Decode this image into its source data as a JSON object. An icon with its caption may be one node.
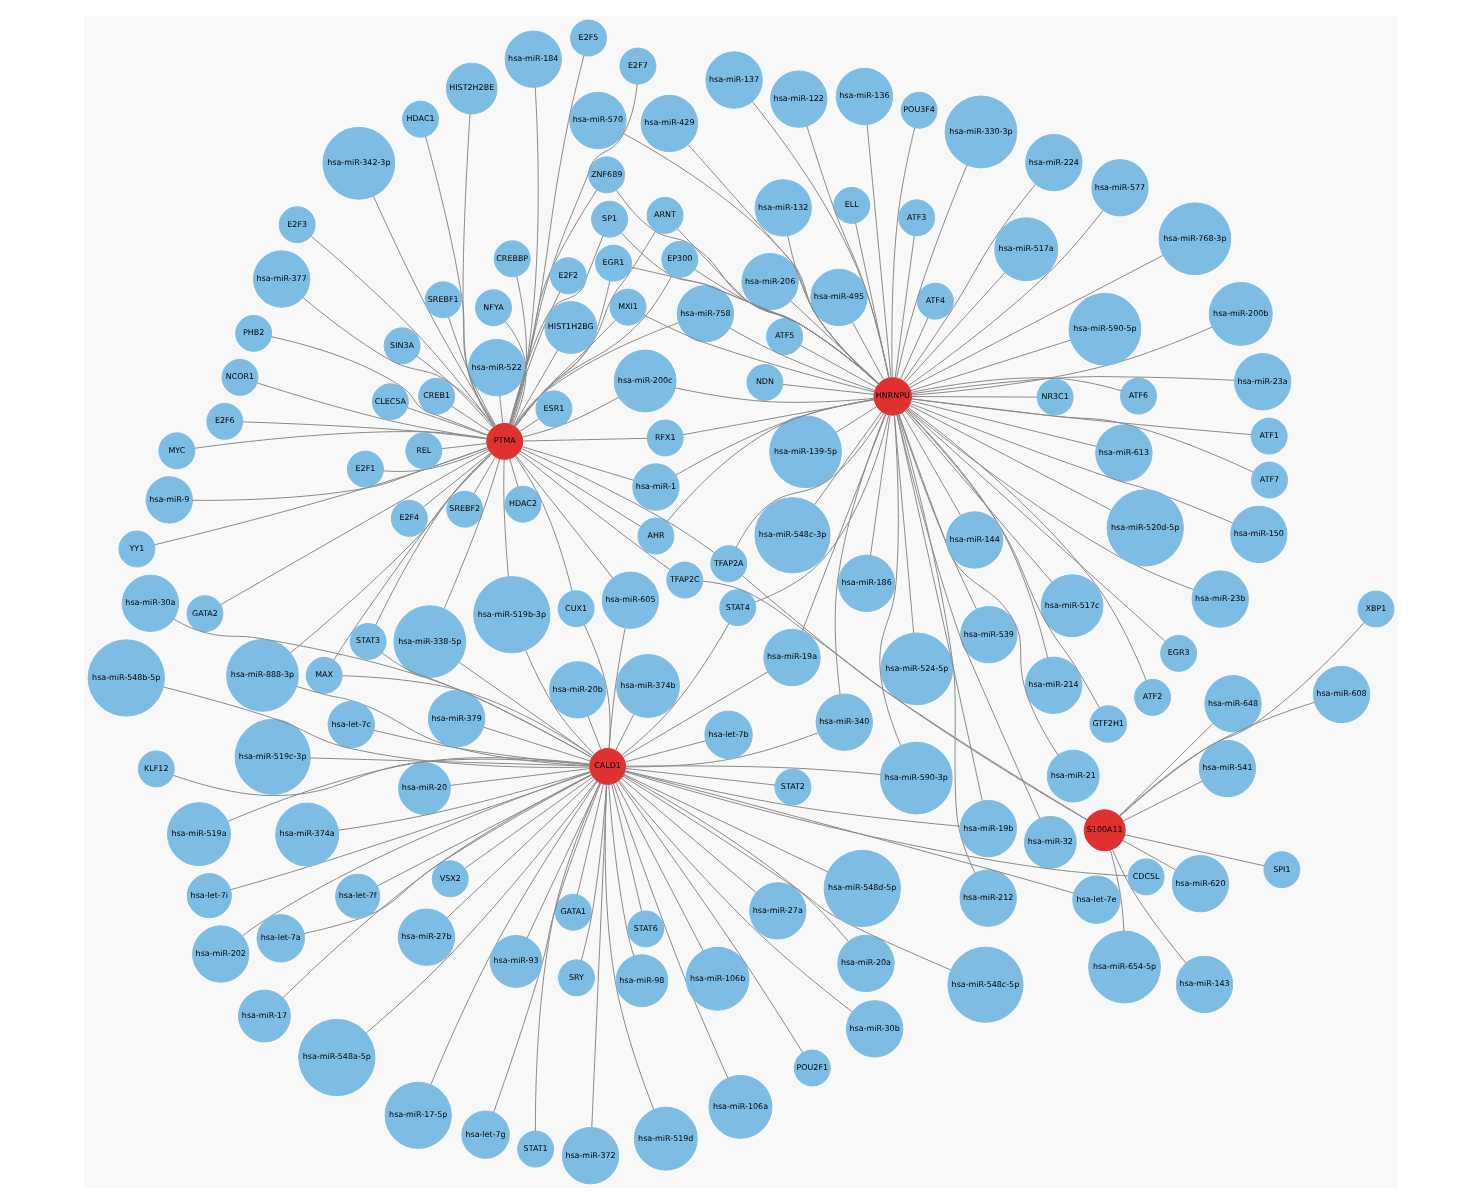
{
  "diagram": {
    "nodes": [
      {
        "text": [
          "HNRNPU"
        ]
      },
      {
        "text": [
          "hsa-miR-613"
        ]
      },
      {
        "text": [
          "ATF2"
        ]
      },
      {
        "text": [
          "ELL"
        ]
      },
      {
        "text": [
          "ATF7"
        ]
      },
      {
        "text": [
          "hsa-miR-139-5p"
        ]
      },
      {
        "text": [
          "hsa-miR-212"
        ]
      },
      {
        "text": [
          "hsa-miR-517c"
        ]
      },
      {
        "text": [
          "EGR3"
        ]
      },
      {
        "text": [
          "hsa-miR-214"
        ]
      },
      {
        "text": [
          "hsa-miR-23b"
        ]
      },
      {
        "text": [
          "NDN"
        ]
      },
      {
        "text": [
          "ATF1"
        ]
      },
      {
        "text": [
          "ATF6"
        ]
      },
      {
        "text": [
          "POU3F4"
        ]
      },
      {
        "text": [
          "hsa-miR-539"
        ]
      },
      {
        "text": [
          "hsa-miR-150"
        ]
      },
      {
        "text": [
          "hsa-miR-206"
        ]
      },
      {
        "text": [
          "hsa-miR-137"
        ]
      },
      {
        "text": [
          "ATF5"
        ]
      },
      {
        "text": [
          "hsa-miR-21"
        ]
      },
      {
        "text": [
          "hsa-miR-186"
        ]
      },
      {
        "text": [
          "hsa-miR-224"
        ]
      },
      {
        "text": [
          "hsa-miR-517a"
        ]
      },
      {
        "text": [
          "hsa-miR-136"
        ]
      },
      {
        "text": [
          "hsa-miR-524-5p"
        ]
      },
      {
        "text": [
          "hsa-miR-200b"
        ]
      },
      {
        "text": [
          "ATF4"
        ]
      },
      {
        "text": [
          "GTF2H1"
        ]
      },
      {
        "text": [
          "hsa-miR-520d-5p"
        ]
      },
      {
        "text": [
          "hsa-miR-330-3p"
        ]
      },
      {
        "text": [
          "NR3C1"
        ]
      },
      {
        "text": [
          "hsa-miR-32"
        ]
      },
      {
        "text": [
          "hsa-miR-495"
        ]
      },
      {
        "text": [
          "hsa-miR-768-3p"
        ]
      },
      {
        "text": [
          "hsa-miR-144"
        ]
      },
      {
        "text": [
          "hsa-miR-577"
        ]
      },
      {
        "text": [
          "ATF3"
        ]
      },
      {
        "text": [
          "hsa-miR-570"
        ]
      },
      {
        "text": [
          "hsa-miR-548c-3p"
        ]
      },
      {
        "text": [
          "hsa-miR-122"
        ]
      },
      {
        "text": [
          "hsa-miR-132"
        ]
      },
      {
        "text": [
          "hsa-miR-429"
        ]
      },
      {
        "text": [
          "hsa-miR-590-5p"
        ]
      },
      {
        "text": [
          "hsa-miR-23a"
        ]
      },
      {
        "text": [
          "hsa-miR-19a"
        ]
      },
      {
        "text": [
          "hsa-miR-19b"
        ]
      },
      {
        "text": [
          "hsa-miR-590-3p"
        ]
      },
      {
        "text": [
          "hsa-miR-340"
        ]
      },
      {
        "text": [
          "RFX1"
        ]
      },
      {
        "text": [
          "hsa-miR-200c"
        ]
      },
      {
        "text": [
          "hsa-miR-758"
        ]
      },
      {
        "text": [
          "ZNF689"
        ]
      },
      {
        "text": [
          "SP1"
        ]
      },
      {
        "text": [
          "ARNT"
        ]
      },
      {
        "text": [
          "AHR"
        ]
      },
      {
        "text": [
          "hsa-miR-1"
        ]
      },
      {
        "text": [
          "EGR1"
        ]
      },
      {
        "text": [
          "EP300"
        ]
      },
      {
        "text": [
          "MXI1"
        ]
      },
      {
        "text": [
          "TFAP2A"
        ]
      },
      {
        "text": [
          "S100A11"
        ]
      },
      {
        "text": [
          "hsa-miR-654-5p"
        ]
      },
      {
        "text": [
          "XBP1"
        ]
      },
      {
        "text": [
          "hsa-miR-541"
        ]
      },
      {
        "text": [
          "SPI1"
        ]
      },
      {
        "text": [
          "hsa-miR-648"
        ]
      },
      {
        "text": [
          "hsa-miR-608"
        ]
      },
      {
        "text": [
          "hsa-miR-620"
        ]
      },
      {
        "text": [
          "hsa-miR-143"
        ]
      },
      {
        "text": [
          "TFAP2C"
        ]
      },
      {
        "text": [
          "PTMA"
        ]
      },
      {
        "text": [
          "CREB1"
        ]
      },
      {
        "text": [
          "hsa-miR-342-3p"
        ]
      },
      {
        "text": [
          "E2F4"
        ]
      },
      {
        "text": [
          "YY1"
        ]
      },
      {
        "text": [
          "hsa-miR-522"
        ]
      },
      {
        "text": [
          "NCOR1"
        ]
      },
      {
        "text": [
          "E2F1"
        ]
      },
      {
        "text": [
          "E2F7"
        ]
      },
      {
        "text": [
          "CLEC5A"
        ]
      },
      {
        "text": [
          "PHB2"
        ]
      },
      {
        "text": [
          "ESR1"
        ]
      },
      {
        "text": [
          "hsa-miR-9"
        ]
      },
      {
        "text": [
          "SREBF1"
        ]
      },
      {
        "text": [
          "HIST2H2BE"
        ]
      },
      {
        "text": [
          "NFYA"
        ]
      },
      {
        "text": [
          "HDAC1"
        ]
      },
      {
        "text": [
          "SIN3A"
        ]
      },
      {
        "text": [
          "E2F6"
        ]
      },
      {
        "text": [
          "CREBBP"
        ]
      },
      {
        "text": [
          "E2F3"
        ]
      },
      {
        "text": [
          "E2F2"
        ]
      },
      {
        "text": [
          "hsa-miR-184"
        ]
      },
      {
        "text": [
          "REL"
        ]
      },
      {
        "text": [
          "MYC"
        ]
      },
      {
        "text": [
          "SREBF2"
        ]
      },
      {
        "text": [
          "GATA2"
        ]
      },
      {
        "text": [
          "HDAC2"
        ]
      },
      {
        "text": [
          "hsa-miR-377"
        ]
      },
      {
        "text": [
          "HIST1H2BG"
        ]
      },
      {
        "text": [
          "E2F5"
        ]
      },
      {
        "text": [
          "MAX"
        ]
      },
      {
        "text": [
          "STAT3"
        ]
      },
      {
        "text": [
          "hsa-miR-888-3p"
        ]
      },
      {
        "text": [
          "CUX1"
        ]
      },
      {
        "text": [
          "hsa-miR-605"
        ]
      },
      {
        "text": [
          "hsa-miR-519b-3p"
        ]
      },
      {
        "text": [
          "hsa-miR-338-5p"
        ]
      },
      {
        "text": [
          "CALD1"
        ]
      },
      {
        "text": [
          "hsa-miR-27a"
        ]
      },
      {
        "text": [
          "hsa-miR-30b"
        ]
      },
      {
        "text": [
          "hsa-miR-20b"
        ]
      },
      {
        "text": [
          "hsa-miR-202"
        ]
      },
      {
        "text": [
          "hsa-miR-519c-3p"
        ]
      },
      {
        "text": [
          "STAT4"
        ]
      },
      {
        "text": [
          "hsa-let-7i"
        ]
      },
      {
        "text": [
          "GATA1"
        ]
      },
      {
        "text": [
          "hsa-miR-372"
        ]
      },
      {
        "text": [
          "hsa-miR-374b"
        ]
      },
      {
        "text": [
          "hsa-miR-17-5p"
        ]
      },
      {
        "text": [
          "hsa-miR-27b"
        ]
      },
      {
        "text": [
          "hsa-miR-519d"
        ]
      },
      {
        "text": [
          "hsa-miR-20a"
        ]
      },
      {
        "text": [
          "hsa-miR-106a"
        ]
      },
      {
        "text": [
          "VSX2"
        ]
      },
      {
        "text": [
          "hsa-miR-548a-5p"
        ]
      },
      {
        "text": [
          "hsa-miR-98"
        ]
      },
      {
        "text": [
          "hsa-miR-548c-5p"
        ]
      },
      {
        "text": [
          "hsa-miR-379"
        ]
      },
      {
        "text": [
          "CDC5L"
        ]
      },
      {
        "text": [
          "hsa-let-7b"
        ]
      },
      {
        "text": [
          "hsa-let-7g"
        ]
      },
      {
        "text": [
          "hsa-miR-548d-5p"
        ]
      },
      {
        "text": [
          "hsa-miR-30a"
        ]
      },
      {
        "text": [
          "hsa-miR-20"
        ]
      },
      {
        "text": [
          "STAT1"
        ]
      },
      {
        "text": [
          "hsa-miR-106b"
        ]
      },
      {
        "text": [
          "hsa-let-7a"
        ]
      },
      {
        "text": [
          "STAT6"
        ]
      },
      {
        "text": [
          "hsa-let-7e"
        ]
      },
      {
        "text": [
          "hsa-miR-93"
        ]
      },
      {
        "text": [
          "hsa-miR-519a"
        ]
      },
      {
        "text": [
          "hsa-let-7f"
        ]
      },
      {
        "text": [
          "hsa-miR-17"
        ]
      },
      {
        "text": [
          "hsa-let-7c"
        ]
      },
      {
        "text": [
          "KLF12"
        ]
      },
      {
        "text": [
          "hsa-miR-374a"
        ]
      },
      {
        "text": [
          "hsa-miR-548b-5p"
        ]
      },
      {
        "text": [
          "STAT2"
        ]
      },
      {
        "text": [
          "POU2F1"
        ]
      },
      {
        "text": [
          "SRY"
        ]
      }
    ],
    "edges": [
      {
        "from": 0,
        "to": 1,
        "arrow": "none"
      },
      {
        "from": 0,
        "to": 2,
        "arrow": "none"
      },
      {
        "from": 0,
        "to": 3,
        "arrow": "none"
      },
      {
        "from": 0,
        "to": 4,
        "arrow": "none"
      },
      {
        "from": 0,
        "to": 5,
        "arrow": "none"
      },
      {
        "from": 0,
        "to": 6,
        "arrow": "none"
      },
      {
        "from": 0,
        "to": 7,
        "arrow": "none"
      },
      {
        "from": 0,
        "to": 8,
        "arrow": "none"
      },
      {
        "from": 0,
        "to": 9,
        "arrow": "none"
      },
      {
        "from": 0,
        "to": 10,
        "arrow": "none"
      },
      {
        "from": 0,
        "to": 11,
        "arrow": "none"
      },
      {
        "from": 0,
        "to": 12,
        "arrow": "none"
      },
      {
        "from": 0,
        "to": 13,
        "arrow": "none"
      },
      {
        "from": 0,
        "to": 14,
        "arrow": "none"
      },
      {
        "from": 0,
        "to": 15,
        "arrow": "none"
      },
      {
        "from": 0,
        "to": 16,
        "arrow": "none"
      },
      {
        "from": 0,
        "to": 17,
        "arrow": "none"
      },
      {
        "from": 0,
        "to": 18,
        "arrow": "none"
      },
      {
        "from": 0,
        "to": 19,
        "arrow": "none"
      },
      {
        "from": 0,
        "to": 20,
        "arrow": "none"
      },
      {
        "from": 0,
        "to": 21,
        "arrow": "none"
      },
      {
        "from": 0,
        "to": 22,
        "arrow": "none"
      },
      {
        "from": 0,
        "to": 23,
        "arrow": "none"
      },
      {
        "from": 0,
        "to": 24,
        "arrow": "none"
      },
      {
        "from": 0,
        "to": 25,
        "arrow": "none"
      },
      {
        "from": 0,
        "to": 26,
        "arrow": "none"
      },
      {
        "from": 0,
        "to": 27,
        "arrow": "none"
      },
      {
        "from": 0,
        "to": 28,
        "arrow": "none"
      },
      {
        "from": 0,
        "to": 29,
        "arrow": "none"
      },
      {
        "from": 0,
        "to": 30,
        "arrow": "none"
      },
      {
        "from": 0,
        "to": 31,
        "arrow": "none"
      },
      {
        "from": 0,
        "to": 32,
        "arrow": "none"
      },
      {
        "from": 0,
        "to": 33,
        "arrow": "none"
      },
      {
        "from": 0,
        "to": 34,
        "arrow": "none"
      },
      {
        "from": 0,
        "to": 35,
        "arrow": "none"
      },
      {
        "from": 0,
        "to": 36,
        "arrow": "none"
      },
      {
        "from": 0,
        "to": 37,
        "arrow": "none"
      },
      {
        "from": 0,
        "to": 38,
        "arrow": "none"
      },
      {
        "from": 0,
        "to": 39,
        "arrow": "none"
      },
      {
        "from": 0,
        "to": 40,
        "arrow": "none"
      },
      {
        "from": 0,
        "to": 41,
        "arrow": "none"
      },
      {
        "from": 0,
        "to": 42,
        "arrow": "none"
      },
      {
        "from": 0,
        "to": 43,
        "arrow": "none"
      },
      {
        "from": 0,
        "to": 44,
        "arrow": "none"
      },
      {
        "from": 0,
        "to": 45,
        "arrow": "none"
      },
      {
        "from": 0,
        "to": 46,
        "arrow": "none"
      },
      {
        "from": 0,
        "to": 47,
        "arrow": "none"
      },
      {
        "from": 0,
        "to": 48,
        "arrow": "none"
      },
      {
        "from": 109,
        "to": 45,
        "arrow": "none"
      },
      {
        "from": 109,
        "to": 46,
        "arrow": "none"
      },
      {
        "from": 109,
        "to": 47,
        "arrow": "none"
      },
      {
        "from": 109,
        "to": 48,
        "arrow": "none"
      },
      {
        "from": 0,
        "to": 49,
        "arrow": "none"
      },
      {
        "from": 0,
        "to": 50,
        "arrow": "none"
      },
      {
        "from": 0,
        "to": 51,
        "arrow": "none"
      },
      {
        "from": 0,
        "to": 52,
        "arrow": "none"
      },
      {
        "from": 0,
        "to": 53,
        "arrow": "none"
      },
      {
        "from": 0,
        "to": 54,
        "arrow": "none"
      },
      {
        "from": 0,
        "to": 55,
        "arrow": "none"
      },
      {
        "from": 0,
        "to": 56,
        "arrow": "none"
      },
      {
        "from": 0,
        "to": 57,
        "arrow": "none"
      },
      {
        "from": 0,
        "to": 58,
        "arrow": "none"
      },
      {
        "from": 0,
        "to": 59,
        "arrow": "none"
      },
      {
        "from": 0,
        "to": 60,
        "arrow": "none"
      },
      {
        "from": 71,
        "to": 49,
        "arrow": "none"
      },
      {
        "from": 71,
        "to": 50,
        "arrow": "none"
      },
      {
        "from": 71,
        "to": 51,
        "arrow": "none"
      },
      {
        "from": 71,
        "to": 52,
        "arrow": "none"
      },
      {
        "from": 71,
        "to": 53,
        "arrow": "none"
      },
      {
        "from": 71,
        "to": 54,
        "arrow": "none"
      },
      {
        "from": 71,
        "to": 55,
        "arrow": "none"
      },
      {
        "from": 71,
        "to": 56,
        "arrow": "none"
      },
      {
        "from": 71,
        "to": 57,
        "arrow": "none"
      },
      {
        "from": 71,
        "to": 58,
        "arrow": "none"
      },
      {
        "from": 71,
        "to": 59,
        "arrow": "none"
      },
      {
        "from": 71,
        "to": 60,
        "arrow": "none"
      },
      {
        "from": 61,
        "to": 60,
        "arrow": "none"
      },
      {
        "from": 61,
        "to": 62,
        "arrow": "none"
      },
      {
        "from": 61,
        "to": 63,
        "arrow": "none"
      },
      {
        "from": 61,
        "to": 64,
        "arrow": "none"
      },
      {
        "from": 61,
        "to": 65,
        "arrow": "none"
      },
      {
        "from": 61,
        "to": 66,
        "arrow": "none"
      },
      {
        "from": 61,
        "to": 67,
        "arrow": "none"
      },
      {
        "from": 61,
        "to": 68,
        "arrow": "none"
      },
      {
        "from": 61,
        "to": 69,
        "arrow": "none"
      },
      {
        "from": 61,
        "to": 70,
        "arrow": "none"
      },
      {
        "from": 71,
        "to": 70,
        "arrow": "none"
      },
      {
        "from": 71,
        "to": 72,
        "arrow": "none"
      },
      {
        "from": 71,
        "to": 73,
        "arrow": "none"
      },
      {
        "from": 71,
        "to": 74,
        "arrow": "none"
      },
      {
        "from": 71,
        "to": 75,
        "arrow": "none"
      },
      {
        "from": 71,
        "to": 76,
        "arrow": "none"
      },
      {
        "from": 71,
        "to": 77,
        "arrow": "none"
      },
      {
        "from": 71,
        "to": 78,
        "arrow": "none"
      },
      {
        "from": 71,
        "to": 79,
        "arrow": "none"
      },
      {
        "from": 71,
        "to": 80,
        "arrow": "none"
      },
      {
        "from": 71,
        "to": 81,
        "arrow": "none"
      },
      {
        "from": 71,
        "to": 82,
        "arrow": "none"
      },
      {
        "from": 71,
        "to": 83,
        "arrow": "none"
      },
      {
        "from": 71,
        "to": 84,
        "arrow": "none"
      },
      {
        "from": 71,
        "to": 85,
        "arrow": "none"
      },
      {
        "from": 71,
        "to": 86,
        "arrow": "none"
      },
      {
        "from": 71,
        "to": 87,
        "arrow": "none"
      },
      {
        "from": 71,
        "to": 88,
        "arrow": "none"
      },
      {
        "from": 71,
        "to": 89,
        "arrow": "none"
      },
      {
        "from": 71,
        "to": 90,
        "arrow": "none"
      },
      {
        "from": 71,
        "to": 91,
        "arrow": "none"
      },
      {
        "from": 71,
        "to": 92,
        "arrow": "none"
      },
      {
        "from": 71,
        "to": 93,
        "arrow": "none"
      },
      {
        "from": 71,
        "to": 94,
        "arrow": "none"
      },
      {
        "from": 71,
        "to": 95,
        "arrow": "none"
      },
      {
        "from": 71,
        "to": 96,
        "arrow": "none"
      },
      {
        "from": 71,
        "to": 97,
        "arrow": "none"
      },
      {
        "from": 71,
        "to": 98,
        "arrow": "none"
      },
      {
        "from": 71,
        "to": 99,
        "arrow": "none"
      },
      {
        "from": 71,
        "to": 100,
        "arrow": "none"
      },
      {
        "from": 71,
        "to": 101,
        "arrow": "none"
      },
      {
        "from": 71,
        "to": 102,
        "arrow": "none"
      },
      {
        "from": 71,
        "to": 103,
        "arrow": "none"
      },
      {
        "from": 71,
        "to": 104,
        "arrow": "none"
      },
      {
        "from": 71,
        "to": 105,
        "arrow": "none"
      },
      {
        "from": 71,
        "to": 106,
        "arrow": "none"
      },
      {
        "from": 71,
        "to": 107,
        "arrow": "none"
      },
      {
        "from": 71,
        "to": 108,
        "arrow": "none"
      },
      {
        "from": 109,
        "to": 102,
        "arrow": "none"
      },
      {
        "from": 109,
        "to": 103,
        "arrow": "none"
      },
      {
        "from": 109,
        "to": 104,
        "arrow": "none"
      },
      {
        "from": 109,
        "to": 105,
        "arrow": "none"
      },
      {
        "from": 109,
        "to": 106,
        "arrow": "none"
      },
      {
        "from": 109,
        "to": 107,
        "arrow": "none"
      },
      {
        "from": 109,
        "to": 108,
        "arrow": "none"
      },
      {
        "from": 109,
        "to": 110,
        "arrow": "none"
      },
      {
        "from": 109,
        "to": 111,
        "arrow": "none"
      },
      {
        "from": 109,
        "to": 112,
        "arrow": "none"
      },
      {
        "from": 109,
        "to": 113,
        "arrow": "none"
      },
      {
        "from": 109,
        "to": 114,
        "arrow": "none"
      },
      {
        "from": 109,
        "to": 115,
        "arrow": "none"
      },
      {
        "from": 109,
        "to": 116,
        "arrow": "none"
      },
      {
        "from": 109,
        "to": 117,
        "arrow": "none"
      },
      {
        "from": 109,
        "to": 118,
        "arrow": "none"
      },
      {
        "from": 109,
        "to": 119,
        "arrow": "none"
      },
      {
        "from": 109,
        "to": 120,
        "arrow": "none"
      },
      {
        "from": 109,
        "to": 121,
        "arrow": "none"
      },
      {
        "from": 109,
        "to": 122,
        "arrow": "none"
      },
      {
        "from": 109,
        "to": 123,
        "arrow": "none"
      },
      {
        "from": 109,
        "to": 124,
        "arrow": "none"
      },
      {
        "from": 109,
        "to": 125,
        "arrow": "none"
      },
      {
        "from": 109,
        "to": 126,
        "arrow": "none"
      },
      {
        "from": 109,
        "to": 127,
        "arrow": "none"
      },
      {
        "from": 109,
        "to": 128,
        "arrow": "none"
      },
      {
        "from": 109,
        "to": 129,
        "arrow": "none"
      },
      {
        "from": 109,
        "to": 130,
        "arrow": "none"
      },
      {
        "from": 109,
        "to": 131,
        "arrow": "none"
      },
      {
        "from": 109,
        "to": 132,
        "arrow": "none"
      },
      {
        "from": 109,
        "to": 133,
        "arrow": "none"
      },
      {
        "from": 109,
        "to": 134,
        "arrow": "none"
      },
      {
        "from": 109,
        "to": 135,
        "arrow": "none"
      },
      {
        "from": 109,
        "to": 136,
        "arrow": "none"
      },
      {
        "from": 109,
        "to": 137,
        "arrow": "none"
      },
      {
        "from": 109,
        "to": 138,
        "arrow": "none"
      },
      {
        "from": 109,
        "to": 139,
        "arrow": "none"
      },
      {
        "from": 109,
        "to": 140,
        "arrow": "none"
      },
      {
        "from": 109,
        "to": 141,
        "arrow": "none"
      },
      {
        "from": 109,
        "to": 142,
        "arrow": "none"
      },
      {
        "from": 109,
        "to": 143,
        "arrow": "none"
      },
      {
        "from": 109,
        "to": 144,
        "arrow": "none"
      },
      {
        "from": 109,
        "to": 145,
        "arrow": "none"
      },
      {
        "from": 109,
        "to": 146,
        "arrow": "none"
      },
      {
        "from": 109,
        "to": 147,
        "arrow": "none"
      },
      {
        "from": 109,
        "to": 148,
        "arrow": "none"
      },
      {
        "from": 109,
        "to": 149,
        "arrow": "none"
      },
      {
        "from": 109,
        "to": 150,
        "arrow": "none"
      },
      {
        "from": 109,
        "to": 151,
        "arrow": "none"
      },
      {
        "from": 0,
        "to": 115,
        "arrow": "none"
      }
    ]
  }
}
